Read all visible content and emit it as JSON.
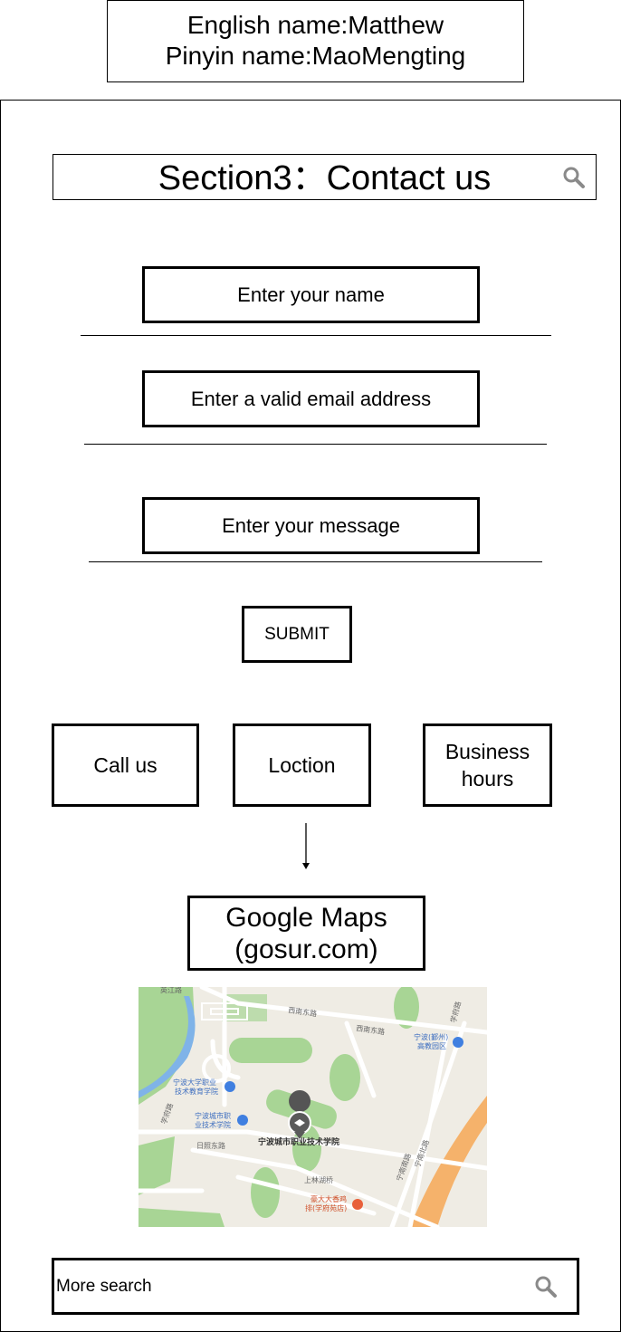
{
  "header": {
    "english_name": "English name:Matthew",
    "pinyin_name": "Pinyin name:MaoMengting"
  },
  "section": {
    "title": "Section3：Contact us",
    "search_icon": "search-icon"
  },
  "form": {
    "name_placeholder": "Enter your name",
    "email_placeholder": "Enter a valid email address",
    "message_placeholder": "Enter your message",
    "submit_label": "SUBMIT"
  },
  "info_buttons": {
    "call": "Call us",
    "location": "Loction",
    "business_hours_line1": "Business",
    "business_hours_line2": "hours"
  },
  "maps": {
    "title_line1": "Google Maps",
    "title_line2": "(gosur.com)",
    "labels": {
      "top_left_road": "英江路",
      "road_1": "西南东路",
      "road_2": "西南东路",
      "campus_yz": "宁波(鄞州)",
      "campus_yz_2": "高教园区",
      "nbu_voc_1": "宁波大学职业",
      "nbu_voc_2": "技术教育学院",
      "city_voc_1": "宁波城市职",
      "city_voc_2": "业技术学院",
      "main_poi": "宁波城市职业技术学院",
      "road_3": "日照东路",
      "road_4": "学府路",
      "bridge": "上林湖桥",
      "shop_1": "豪大大香鸡",
      "shop_2": "排(学府苑店)",
      "road_5": "宁南南路",
      "road_6": "宁南北路",
      "road_7": "学府路"
    },
    "colors": {
      "land": "#efece4",
      "green": "#a8d595",
      "water": "#7fb3e8",
      "road": "#ffffff",
      "highway": "#f5b26b",
      "poi_blue": "#3f7fe0",
      "poi_red": "#e8603a"
    }
  },
  "footer_search": {
    "placeholder": "More search",
    "icon": "search-icon"
  }
}
